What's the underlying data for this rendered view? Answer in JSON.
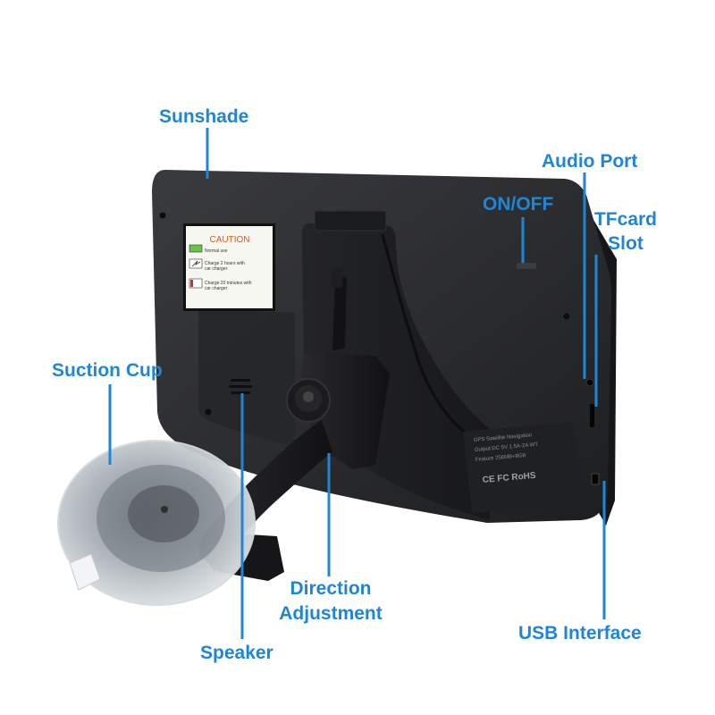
{
  "labels": {
    "sunshade": "Sunshade",
    "audio_port": "Audio Port",
    "on_off": "ON/OFF",
    "tfcard_line1": "TFcard",
    "tfcard_line2": "Slot",
    "suction_cup": "Suction Cup",
    "direction_line1": "Direction",
    "direction_line2": "Adjustment",
    "speaker": "Speaker",
    "usb_interface": "USB Interface"
  },
  "caution_sticker": {
    "title": "CAUTION",
    "row1": "Normal use",
    "row2_line1": "Charge 2 hours with",
    "row2_line2": "car charger",
    "row3_line1": "Charge 20 minutes with",
    "row3_line2": "car charger"
  },
  "device_label": {
    "line1": "GPS Satellite Navigation",
    "line2": "Output:DC 5V 1.5A-2A WT",
    "line3": "Feature 256MB+8GB",
    "marks": "CE FC RoHS"
  },
  "colors": {
    "callout_blue": "#1f86d6",
    "device_body": "#2b2c2e",
    "device_panel": "#1b1c1e",
    "suction_cup": "#c9ced3"
  }
}
